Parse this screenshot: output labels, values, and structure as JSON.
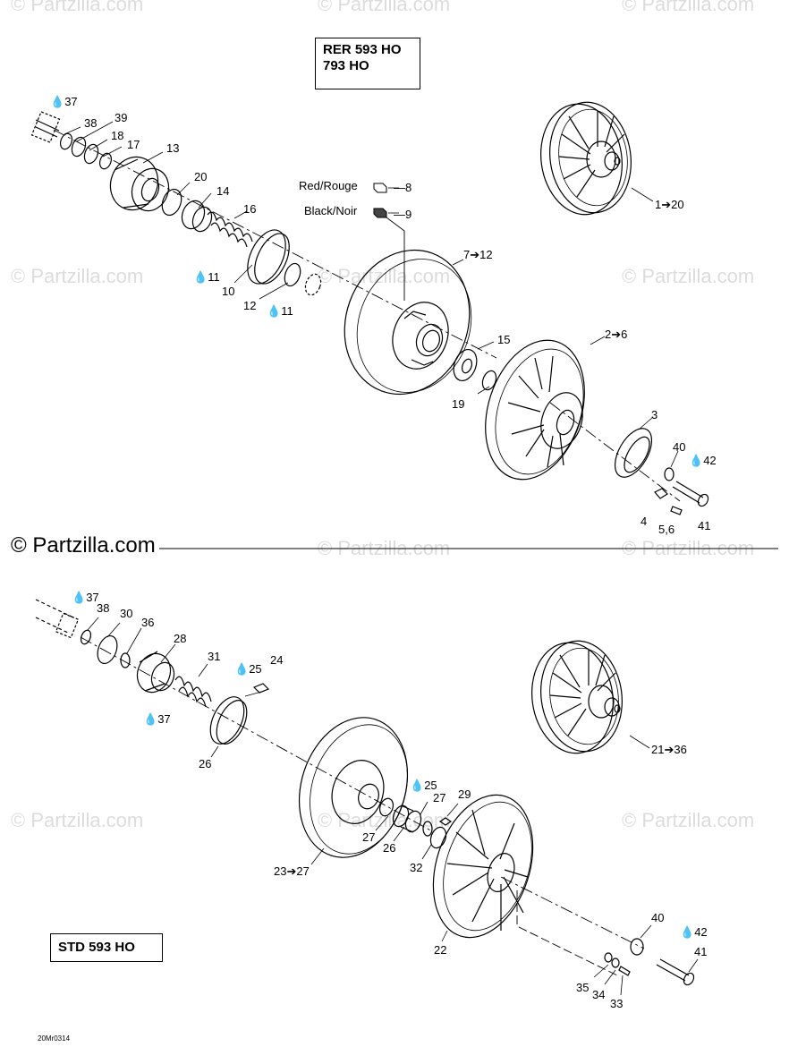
{
  "watermark": "© Partzilla.com",
  "logo": "© Partzilla.com",
  "top_box": {
    "line1": "RER 593 HO",
    "line2": "793 HO"
  },
  "bottom_box": "STD 593 HO",
  "drawing_code": "20Mr0314",
  "legend": {
    "red": "Red/Rouge",
    "black": "Black/Noir"
  },
  "labels": {
    "t37": "37",
    "t38": "38",
    "t39": "39",
    "t18": "18",
    "t17": "17",
    "t13": "13",
    "t20": "20",
    "t14": "14",
    "t16": "16",
    "t11a": "11",
    "t10": "10",
    "t12": "12",
    "t11b": "11",
    "t8": "8",
    "t9": "9",
    "t7_12": "7➔12",
    "t1_20": "1➔20",
    "t15": "15",
    "t2_6": "2➔6",
    "t19": "19",
    "t3": "3",
    "t40": "40",
    "t42": "42",
    "t4": "4",
    "t5_6": "5,6",
    "t41": "41",
    "b37a": "37",
    "b38": "38",
    "b30": "30",
    "b36": "36",
    "b28": "28",
    "b31": "31",
    "b25a": "25",
    "b24": "24",
    "b37b": "37",
    "b26a": "26",
    "b21_36": "21➔36",
    "b25b": "25",
    "b27a": "27",
    "b29": "29",
    "b27b": "27",
    "b26b": "26",
    "b32": "32",
    "b23_27": "23➔27",
    "b22": "22",
    "b40": "40",
    "b42": "42",
    "b41": "41",
    "b35": "35",
    "b34": "34",
    "b33": "33"
  }
}
